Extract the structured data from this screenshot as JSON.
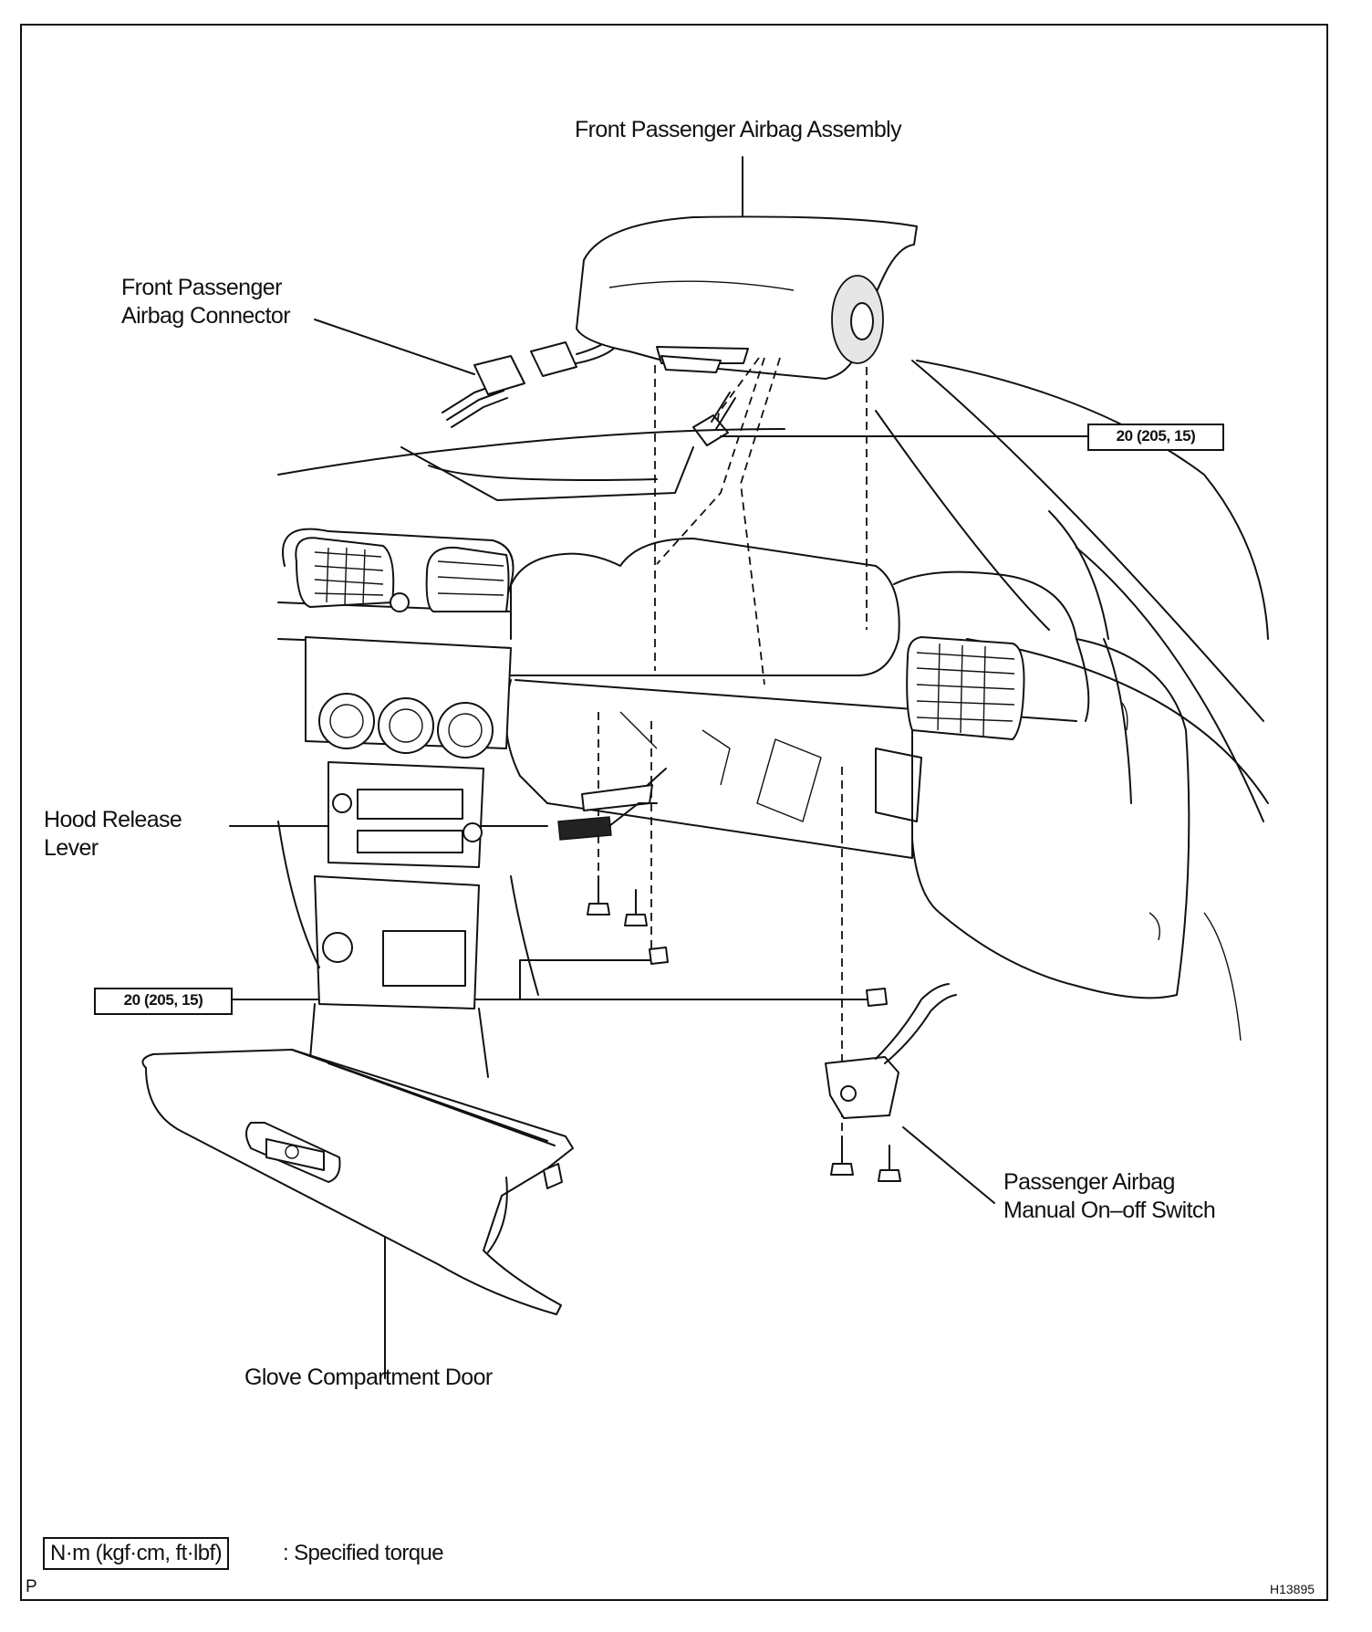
{
  "labels": {
    "airbag_assembly": "Front Passenger Airbag Assembly",
    "airbag_connector": "Front Passenger\nAirbag Connector",
    "hood_release": "Hood Release\nLever",
    "glove_door": "Glove Compartment Door",
    "manual_switch": "Passenger Airbag\nManual On–off Switch"
  },
  "torque": {
    "upper": "20 (205, 15)",
    "lower": "20 (205, 15)"
  },
  "legend": {
    "unit_box": "N·m (kgf·cm, ft·lbf)",
    "description": ": Specified torque"
  },
  "corner_mark": "P",
  "figure_code": "H13895"
}
